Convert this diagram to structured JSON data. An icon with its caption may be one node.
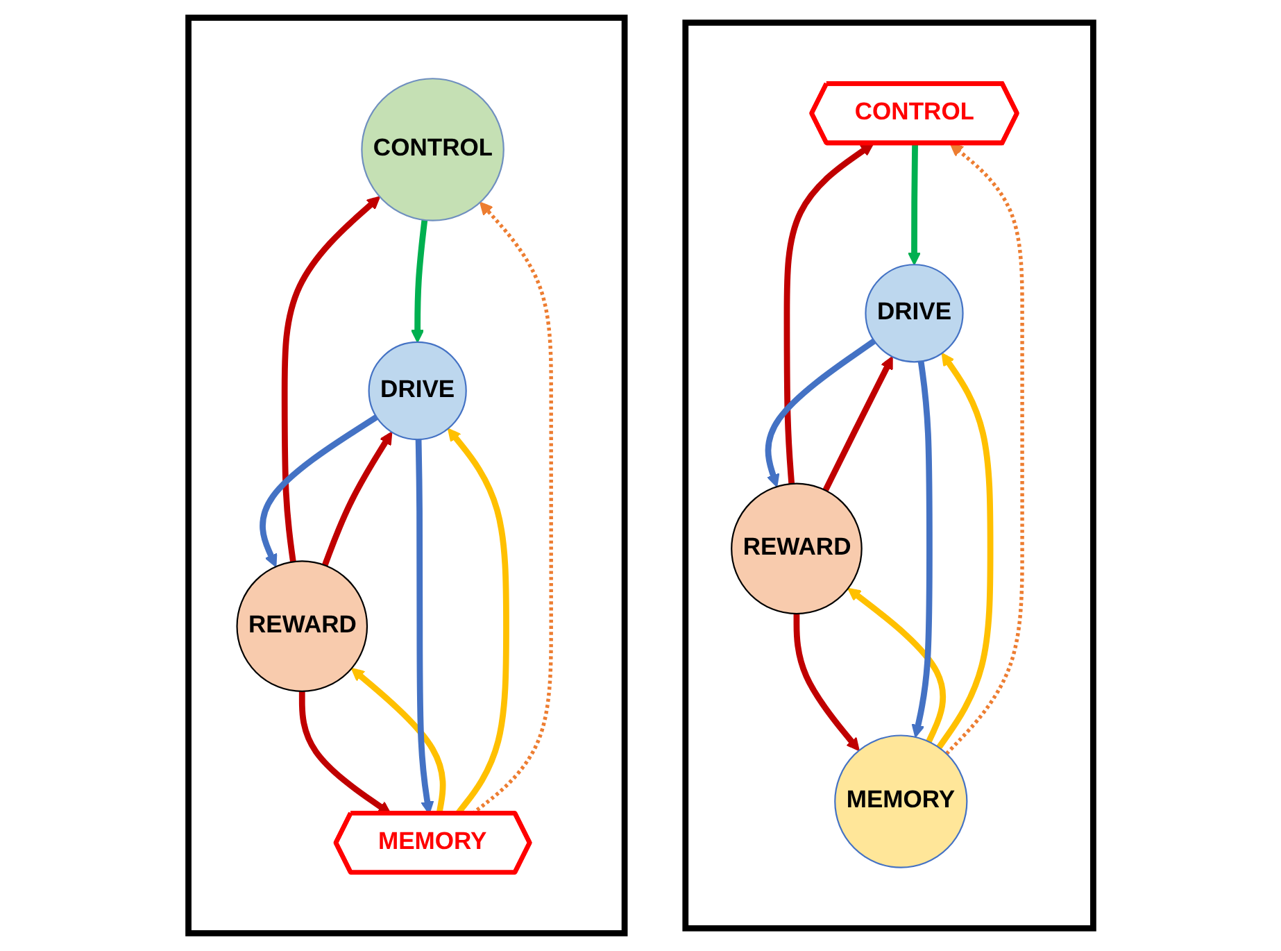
{
  "diagram": {
    "nodes": [
      {
        "text": [],
        "shape": "box"
      },
      {
        "text": [
          "CONTROL"
        ],
        "in": 0
      },
      {
        "text": [
          "REWARD"
        ],
        "in": 0
      },
      {
        "text": [
          "DRIVE"
        ],
        "in": 0
      },
      {
        "text": [
          "MEMORY"
        ],
        "in": 0
      },
      {
        "text": [],
        "shape": "box"
      },
      {
        "text": [
          "CONTROL"
        ],
        "in": 5
      },
      {
        "text": [
          "REWARD"
        ],
        "in": 5
      },
      {
        "text": [
          "DRIVE"
        ],
        "in": 5
      },
      {
        "text": [
          "MEMORY"
        ],
        "in": 5
      }
    ],
    "edges": [
      {
        "from": 2,
        "to": 1,
        "arrow": "to"
      },
      {
        "from": 1,
        "to": 3,
        "arrow": "to",
        "color": "#00b050"
      },
      {
        "from": 2,
        "to": 3,
        "arrow": "to"
      },
      {
        "from": 3,
        "to": 2,
        "arrow": "to",
        "color": "#4472c4"
      },
      {
        "from": 2,
        "to": 4,
        "arrow": "to"
      },
      {
        "from": 4,
        "to": 2,
        "arrow": "to",
        "color": "#ffc000"
      },
      {
        "from": 4,
        "to": 3,
        "arrow": "to",
        "color": "#ffc000"
      },
      {
        "from": 3,
        "to": 4,
        "arrow": "to",
        "color": "#4472c4"
      },
      {
        "from": 4,
        "to": 1,
        "arrow": "to",
        "style": "dashed",
        "color": "#ed7d31"
      },
      {
        "from": 7,
        "to": 6,
        "arrow": "to"
      },
      {
        "from": 6,
        "to": 8,
        "arrow": "to",
        "color": "#00b050"
      },
      {
        "from": 7,
        "to": 8,
        "arrow": "to"
      },
      {
        "from": 8,
        "to": 7,
        "arrow": "to",
        "color": "#4472c4"
      },
      {
        "from": 7,
        "to": 9,
        "arrow": "to"
      },
      {
        "from": 9,
        "to": 7,
        "arrow": "to",
        "color": "#ffc000"
      },
      {
        "from": 9,
        "to": 8,
        "arrow": "to",
        "color": "#ffc000"
      },
      {
        "from": 8,
        "to": 9,
        "arrow": "to",
        "color": "#4472c4"
      },
      {
        "from": 9,
        "to": 6,
        "arrow": "to",
        "style": "dashed",
        "color": "#ed7d31"
      }
    ]
  }
}
